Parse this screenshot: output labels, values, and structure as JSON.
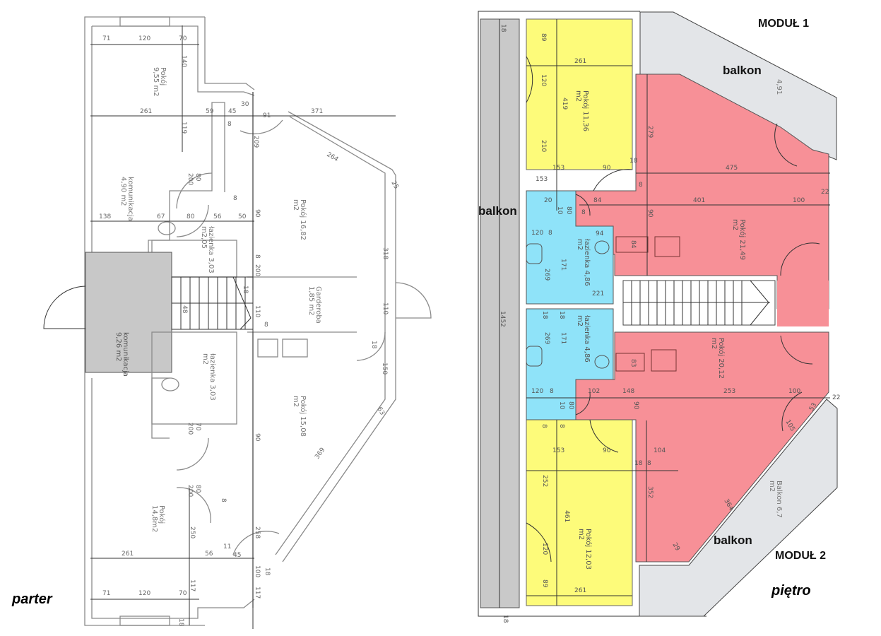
{
  "colors": {
    "room_yellow": "#fdfb7a",
    "room_pink": "#f79097",
    "room_blue": "#8fe3f9",
    "balcony_gray": "#e3e5e8",
    "communication_gray": "#c8c8c8"
  },
  "parter": {
    "label": "parter",
    "rooms": {
      "pokoj_top": [
        "Pokój",
        "9,55 m2"
      ],
      "komunikacja_top": [
        "komunikacja",
        "4,90 m2"
      ],
      "lazienka_top": [
        "łazienka 3,03",
        "m2,05"
      ],
      "pokoj_16": [
        "Pokój 16,82",
        "m2"
      ],
      "komunikacja_main": [
        "komunikacja",
        "9,26 m2"
      ],
      "garderoba": [
        "Garderoba",
        "1,85 m2"
      ],
      "lazienka_bottom": [
        "łazienka 3,03",
        "m2"
      ],
      "pokoj_15": [
        "Pokój 15,08",
        "m2"
      ],
      "pokoj_bottom": [
        "Pokój",
        "14,8m2"
      ]
    },
    "dims": [
      "71",
      "120",
      "70",
      "140",
      "261",
      "59",
      "45",
      "30",
      "91",
      "371",
      "119",
      "8",
      "209",
      "264",
      "80",
      "200",
      "25",
      "8",
      "138",
      "67",
      "80",
      "56",
      "50",
      "90",
      "318",
      "8",
      "200",
      "48",
      "18",
      "110",
      "110",
      "8",
      "18",
      "150",
      "63",
      "70",
      "200",
      "90",
      "80",
      "200",
      "8",
      "369",
      "250",
      "258",
      "100",
      "261",
      "56",
      "11",
      "45",
      "18",
      "117",
      "117",
      "71",
      "120",
      "70",
      "18"
    ]
  },
  "pietro": {
    "label": "piętro",
    "module1": "MODUŁ 1",
    "module2": "MODUŁ 2",
    "balcony_labels": [
      "balkon",
      "balkon",
      "balkon"
    ],
    "rooms": {
      "pokoj_11": [
        "Pokój 11,36",
        "m2"
      ],
      "pokoj_21": [
        "Pokój 21,49",
        "m2"
      ],
      "lazienka_top": [
        "łazienka 4,86",
        "m2"
      ],
      "lazienka_bottom": [
        "łazienka 4,86",
        "m2"
      ],
      "pokoj_20": [
        "Pokój 20,12",
        "m2"
      ],
      "pokoj_12": [
        "Pokój 12,03",
        "m2"
      ],
      "balkon_6": [
        "Balkon 6,7",
        "m2"
      ],
      "balkon_top_area": "4,91"
    },
    "dims": [
      "18",
      "89",
      "261",
      "120",
      "419",
      "210",
      "279",
      "153",
      "90",
      "18",
      "475",
      "153",
      "8",
      "20",
      "10",
      "80",
      "84",
      "401",
      "100",
      "22",
      "8",
      "90",
      "120",
      "8",
      "269",
      "94",
      "171",
      "221",
      "84",
      "1452",
      "18",
      "18",
      "171",
      "269",
      "83",
      "120",
      "8",
      "102",
      "148",
      "253",
      "100",
      "22",
      "10",
      "80",
      "90",
      "53",
      "105",
      "8",
      "8",
      "153",
      "90",
      "104",
      "18",
      "8",
      "252",
      "461",
      "352",
      "364",
      "29",
      "120",
      "89",
      "261",
      "18"
    ]
  }
}
